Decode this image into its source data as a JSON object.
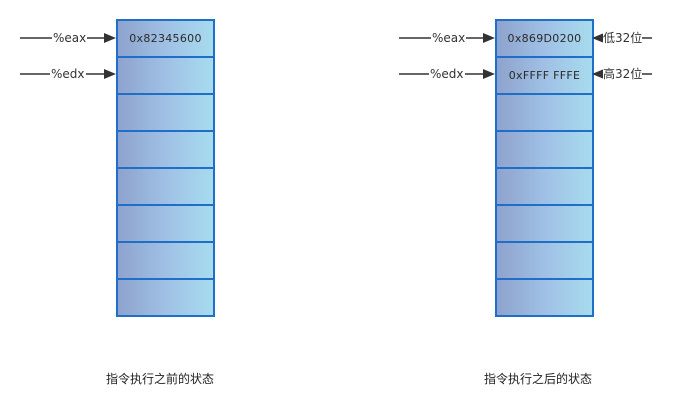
{
  "before": {
    "caption": "指令执行之前的状态",
    "registers": [
      {
        "name": "%eax"
      },
      {
        "name": "%edx"
      }
    ],
    "cells": [
      "0x82345600",
      "",
      "",
      "",
      "",
      "",
      "",
      ""
    ]
  },
  "after": {
    "caption": "指令执行之后的状态",
    "registers": [
      {
        "name": "%eax",
        "side_label": "低32位"
      },
      {
        "name": "%edx",
        "side_label": "高32位"
      }
    ],
    "cells": [
      "0x869D0200",
      "0xFFFF FFFE",
      "",
      "",
      "",
      "",
      "",
      ""
    ]
  },
  "colors": {
    "cell_border": "#1f6fc8",
    "gradient_left": "#8ea3cd",
    "gradient_right": "#a7dbee",
    "arrow": "#333333"
  }
}
